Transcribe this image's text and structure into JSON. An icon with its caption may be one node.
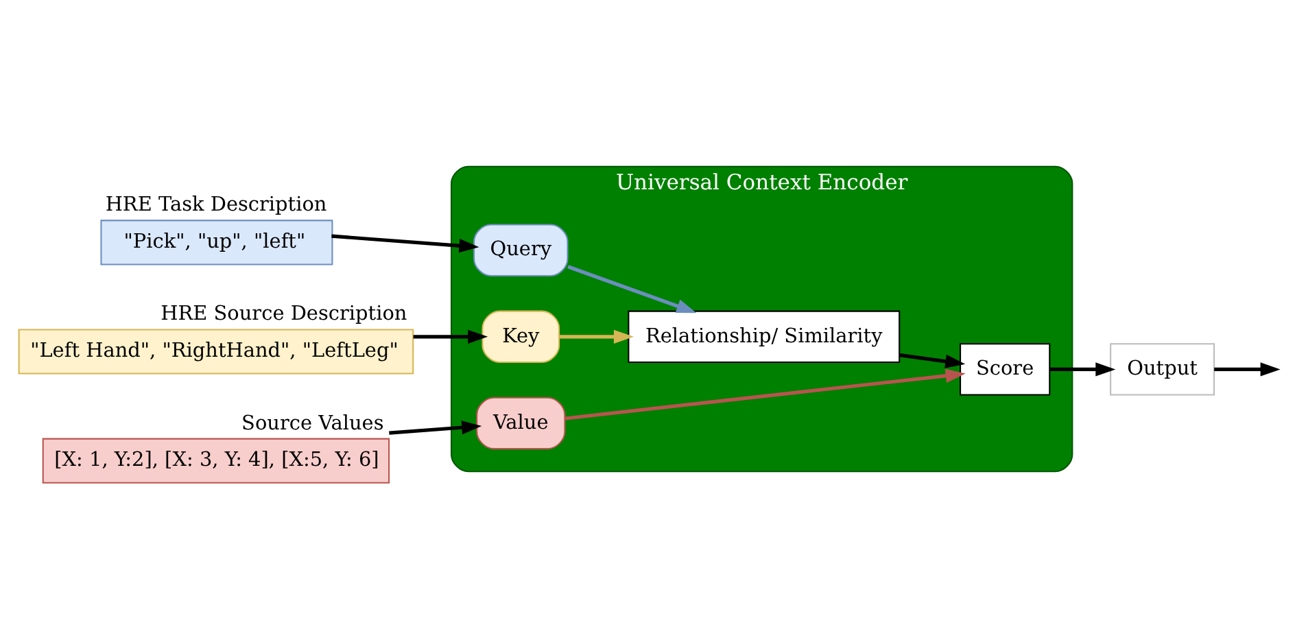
{
  "diagram": {
    "nodes": [
      {
        "text": [
          "\"Pick\", \"up\", \"left\""
        ],
        "beside": [
          "HRE Task Description"
        ]
      },
      {
        "text": [
          "\"Left Hand\", \"RightHand\", \"LeftLeg\""
        ],
        "beside": [
          "HRE Source Description"
        ]
      },
      {
        "text": [
          "[X: 1, Y:2], [X: 3, Y: 4], [X:5, Y: 6]"
        ],
        "beside": [
          "Source Values"
        ]
      },
      {
        "text": [
          "Universal Context Encoder"
        ]
      },
      {
        "text": [
          "Query"
        ],
        "in": 3
      },
      {
        "text": [
          "Key"
        ],
        "in": 3
      },
      {
        "text": [
          "Value"
        ],
        "in": 3
      },
      {
        "text": [
          "Relationship/ Similarity"
        ],
        "in": 3
      },
      {
        "text": [
          "Score"
        ],
        "in": 3
      },
      {
        "text": [
          "Output"
        ]
      }
    ],
    "edges": [
      {
        "from": 0,
        "to": 4,
        "arrow": "to"
      },
      {
        "from": 1,
        "to": 5,
        "arrow": "to"
      },
      {
        "from": 2,
        "to": 6,
        "arrow": "to"
      },
      {
        "from": 4,
        "to": 7,
        "arrow": "to",
        "color": "#6c8ebf"
      },
      {
        "from": 5,
        "to": 7,
        "arrow": "to",
        "color": "#d6b656"
      },
      {
        "from": 6,
        "to": 8,
        "arrow": "to",
        "color": "#b85450"
      },
      {
        "from": 7,
        "to": 8,
        "arrow": "to"
      },
      {
        "from": 8,
        "to": 9,
        "arrow": "to"
      },
      {
        "from": 9,
        "to": null,
        "arrow": "to"
      }
    ]
  }
}
